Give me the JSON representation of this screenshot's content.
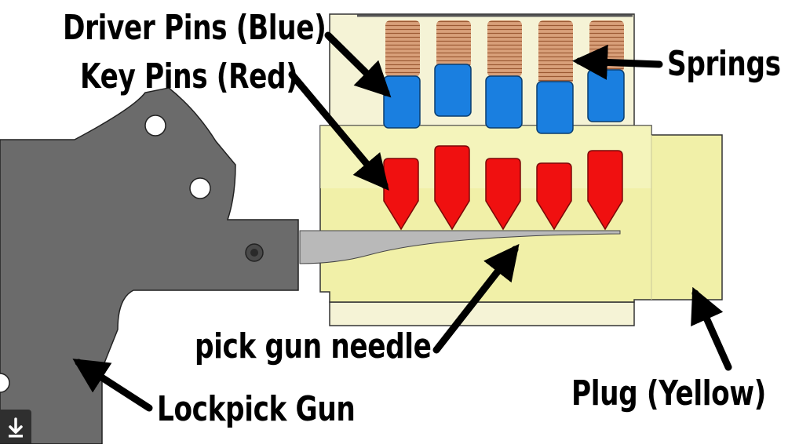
{
  "labels": {
    "driver_pins": "Driver Pins (Blue)",
    "key_pins": "Key Pins (Red)",
    "springs": "Springs",
    "needle": "pick gun needle",
    "gun": "Lockpick Gun",
    "plug": "Plug (Yellow)"
  },
  "colors": {
    "driver_pin": "#1a7fe0",
    "key_pin": "#f01010",
    "spring": "#c98a60",
    "plug": "#f1f0a8",
    "housing": "#f4f2d2",
    "gun": "#6b6b6b",
    "arrow": "#000000"
  },
  "icons": {
    "download": "download-icon"
  }
}
